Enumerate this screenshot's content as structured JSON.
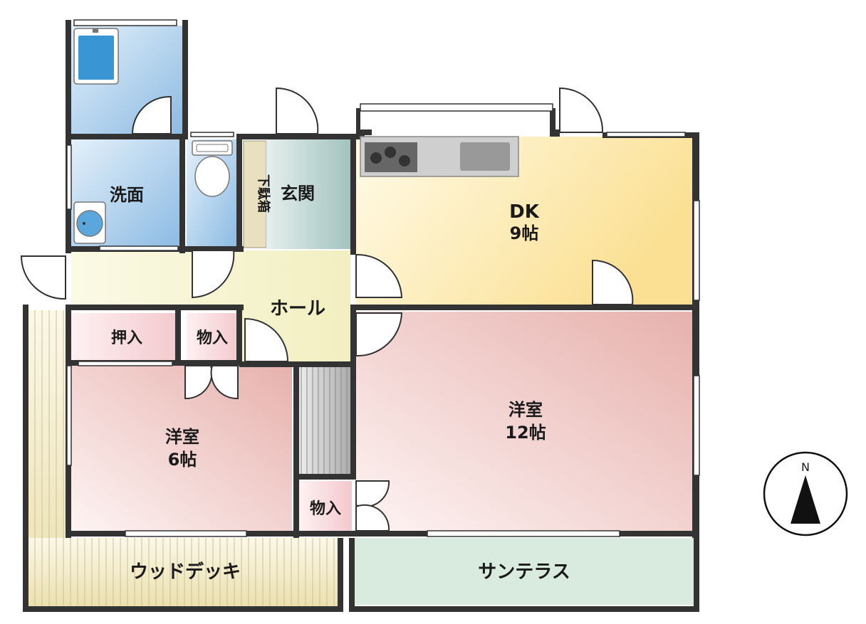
{
  "rooms": {
    "washroom": "洗面",
    "entrance": "玄関",
    "shoe_cabinet": "下駄箱",
    "dk_name": "DK",
    "dk_size": "9帖",
    "hall": "ホール",
    "closet_oshiire": "押入",
    "storage_hall": "物入",
    "western6_name": "洋室",
    "western6_size": "6帖",
    "western12_name": "洋室",
    "western12_size": "12帖",
    "storage_small": "物入",
    "wood_deck": "ウッドデッキ",
    "sun_terrace": "サンテラス"
  },
  "compass": {
    "label": "N"
  },
  "colors": {
    "wall": "#333333",
    "bath": "#3f9ad6",
    "dk": "#fbe39a",
    "western": "#e8b2ae",
    "entrance": "#a9cbc6",
    "hall": "#f4f1c6",
    "terrace": "#d9eadf",
    "deck": "#efe6b8",
    "shoe_cabinet": "#e8e0bf"
  }
}
